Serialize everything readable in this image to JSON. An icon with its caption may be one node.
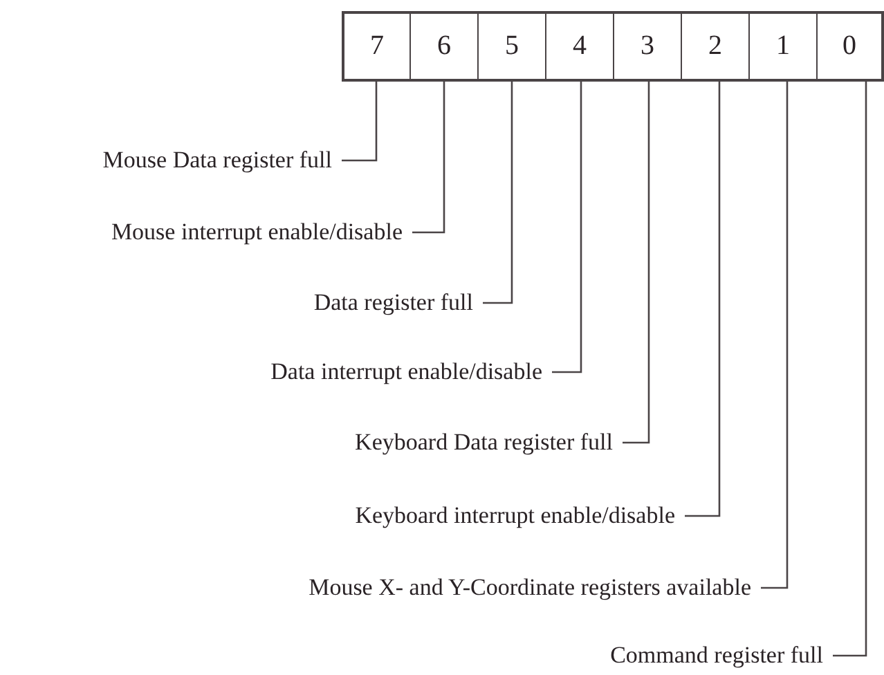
{
  "diagram": {
    "nodes": [
      {
        "text": [
          "7"
        ]
      },
      {
        "text": [
          "6"
        ]
      },
      {
        "text": [
          "5"
        ]
      },
      {
        "text": [
          "4"
        ]
      },
      {
        "text": [
          "3"
        ]
      },
      {
        "text": [
          "2"
        ]
      },
      {
        "text": [
          "1"
        ]
      },
      {
        "text": [
          "0"
        ]
      },
      {
        "text": [
          "Mouse Data register full"
        ]
      },
      {
        "text": [
          "Mouse interrupt enable/disable"
        ]
      },
      {
        "text": [
          "Data register full"
        ]
      },
      {
        "text": [
          "Data interrupt enable/disable"
        ]
      },
      {
        "text": [
          "Keyboard Data register full"
        ]
      },
      {
        "text": [
          "Keyboard interrupt enable/disable"
        ]
      },
      {
        "text": [
          "Mouse X- and Y-Coordinate registers available"
        ]
      },
      {
        "text": [
          "Command register full"
        ]
      }
    ],
    "edges": [
      {
        "from": 8,
        "to": 0,
        "arrow": "none"
      },
      {
        "from": 9,
        "to": 1,
        "arrow": "none"
      },
      {
        "from": 10,
        "to": 2,
        "arrow": "none"
      },
      {
        "from": 11,
        "to": 3,
        "arrow": "none"
      },
      {
        "from": 12,
        "to": 4,
        "arrow": "none"
      },
      {
        "from": 13,
        "to": 5,
        "arrow": "none"
      },
      {
        "from": 14,
        "to": 6,
        "arrow": "none"
      },
      {
        "from": 15,
        "to": 7,
        "arrow": "none"
      }
    ]
  }
}
